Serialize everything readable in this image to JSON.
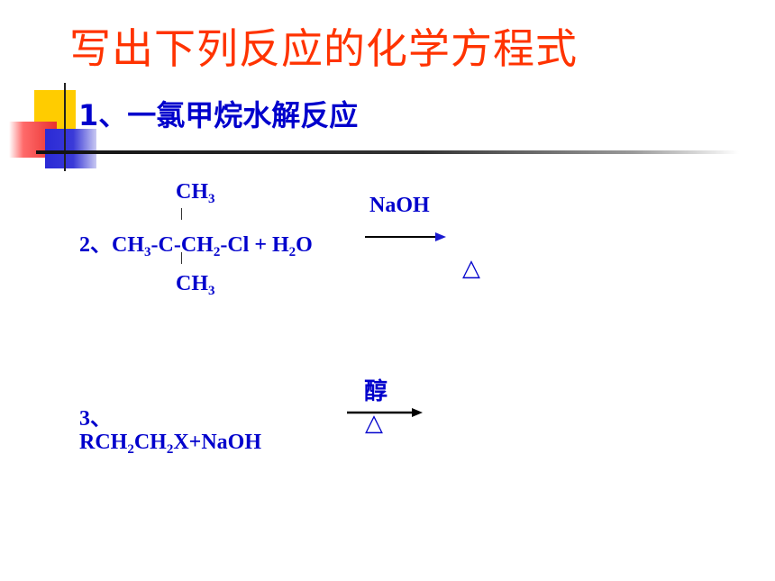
{
  "title": "写出下列反应的化学方程式",
  "item1": {
    "text": "1、一氯甲烷水解反应"
  },
  "item2": {
    "ch3_top": {
      "a": "CH",
      "b": "3"
    },
    "equation": {
      "p1": "2、CH",
      "s1": "3",
      "p2": "-C-CH",
      "s2": "2",
      "p3": "-Cl + H",
      "s3": "2",
      "p4": "O"
    },
    "ch3_bottom": {
      "a": "CH",
      "b": "3"
    },
    "condition": "NaOH",
    "delta": "△"
  },
  "item3": {
    "number": "3、",
    "equation": {
      "p1": "RCH",
      "s1": "2",
      "p2": "CH",
      "s2": "2",
      "p3": "X+NaOH"
    },
    "condition": "醇",
    "delta": "△"
  },
  "colors": {
    "title": "#ff3300",
    "text": "#0000cc",
    "deco_yellow": "#ffcc00",
    "deco_red": "#e8312f",
    "deco_blue": "#2a2ad6"
  }
}
